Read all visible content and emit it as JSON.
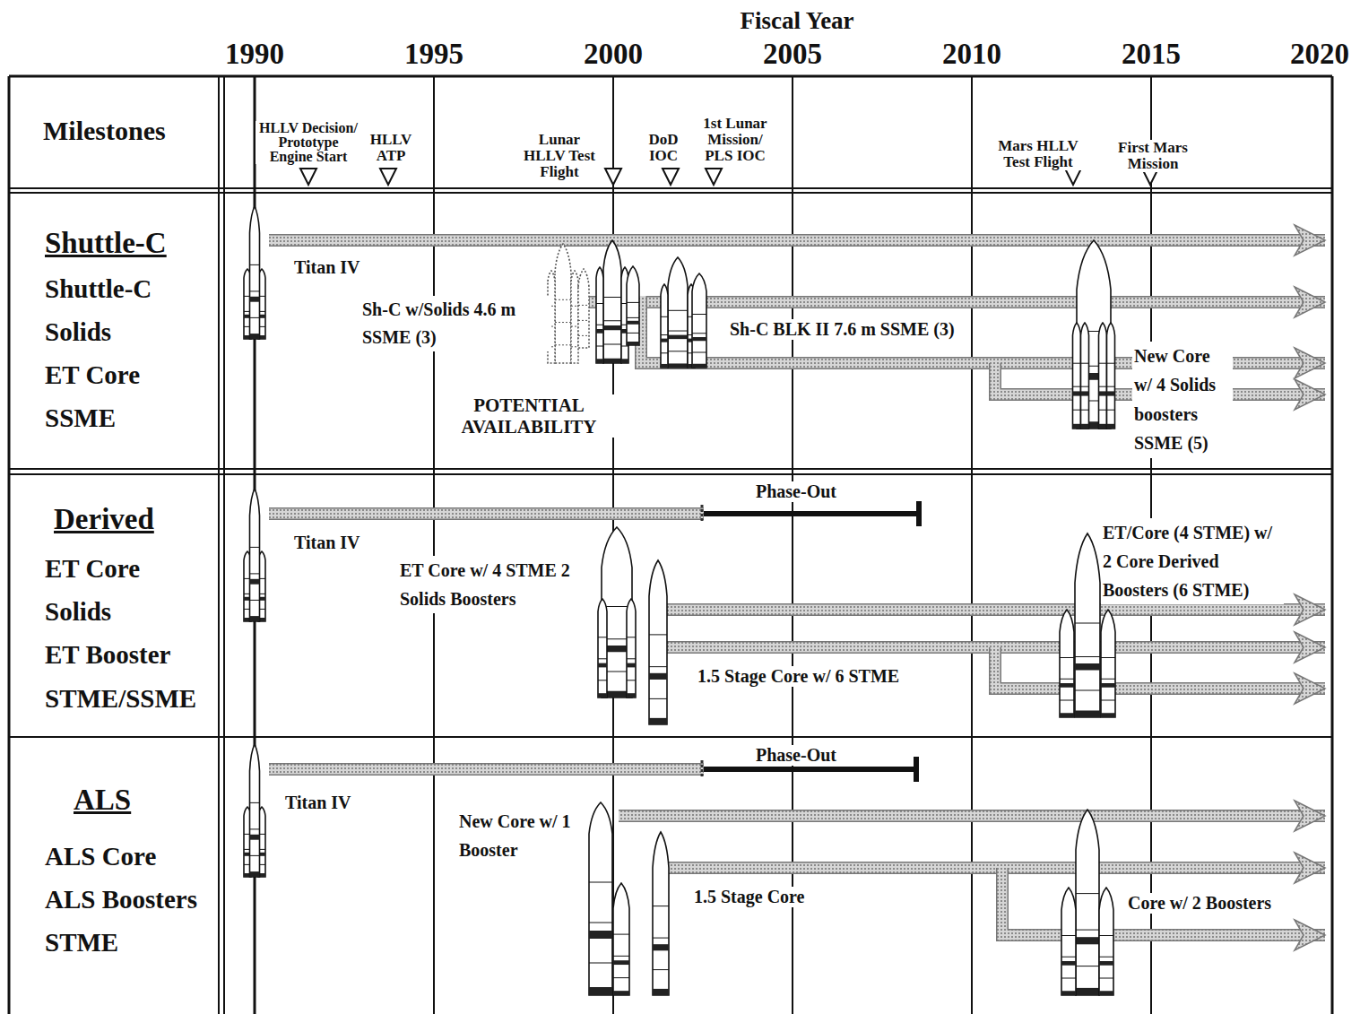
{
  "diagram": {
    "nodes": [
      {
        "text": [
          "Milestones"
        ]
      },
      {
        "text": [
          "Shuttle-C",
          "Shuttle-C",
          "Solids",
          "ET Core",
          "SSME"
        ]
      },
      {
        "text": [
          "Derived",
          "ET Core",
          "Solids",
          "ET Booster",
          "STME/SSME"
        ]
      },
      {
        "text": [
          "ALS",
          "ALS Core",
          "ALS Boosters",
          "STME"
        ]
      }
    ],
    "labels": [
      "Fiscal Year",
      "1990",
      "1995",
      "2000",
      "2005",
      "2010",
      "2015",
      "2020",
      "HLLV Decision/ Prototype Engine Start",
      "HLLV ATP",
      "Lunar HLLV Test Flight",
      "DoD IOC",
      "1st Lunar Mission/ PLS IOC",
      "Mars HLLV Test Flight",
      "First Mars Mission",
      "Titan IV",
      "Sh-C w/Solids 4.6 m SSME (3)",
      "POTENTIAL AVAILABILITY",
      "Sh-C BLK II 7.6 m SSME (3)",
      "New Core w/ 4 Solids boosters SSME (5)",
      "Titan IV",
      "Phase-Out",
      "ET Core w/ 4 STME 2 Solids Boosters",
      "1.5 Stage Core w/ 6 STME",
      "ET/Core (4 STME) w/ 2 Core Derived Boosters (6 STME)",
      "Titan IV",
      "Phase-Out",
      "New Core w/ 1 Booster",
      "1.5 Stage Core",
      "Core w/ 2 Boosters"
    ]
  }
}
